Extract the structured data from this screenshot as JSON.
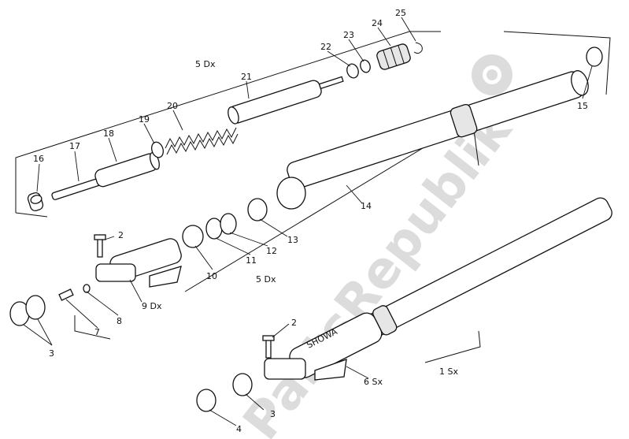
{
  "watermark": {
    "text": "PartsRepublik"
  },
  "callouts": {
    "p1sx": "1 Sx",
    "p2a": "2",
    "p2b": "2",
    "p3a": "3",
    "p3b": "3",
    "p4": "4",
    "p5dx_top": "5 Dx",
    "p5dx_mid": "5 Dx",
    "p6sx": "6 Sx",
    "p7": "7",
    "p8": "8",
    "p9dx": "9 Dx",
    "p10": "10",
    "p11": "11",
    "p12": "12",
    "p13": "13",
    "p14": "14",
    "p15": "15",
    "p16": "16",
    "p17": "17",
    "p18": "18",
    "p19": "19",
    "p20": "20",
    "p21": "21",
    "p22": "22",
    "p23": "23",
    "p24": "24",
    "p25": "25"
  },
  "brand_mark": "SHOWA"
}
